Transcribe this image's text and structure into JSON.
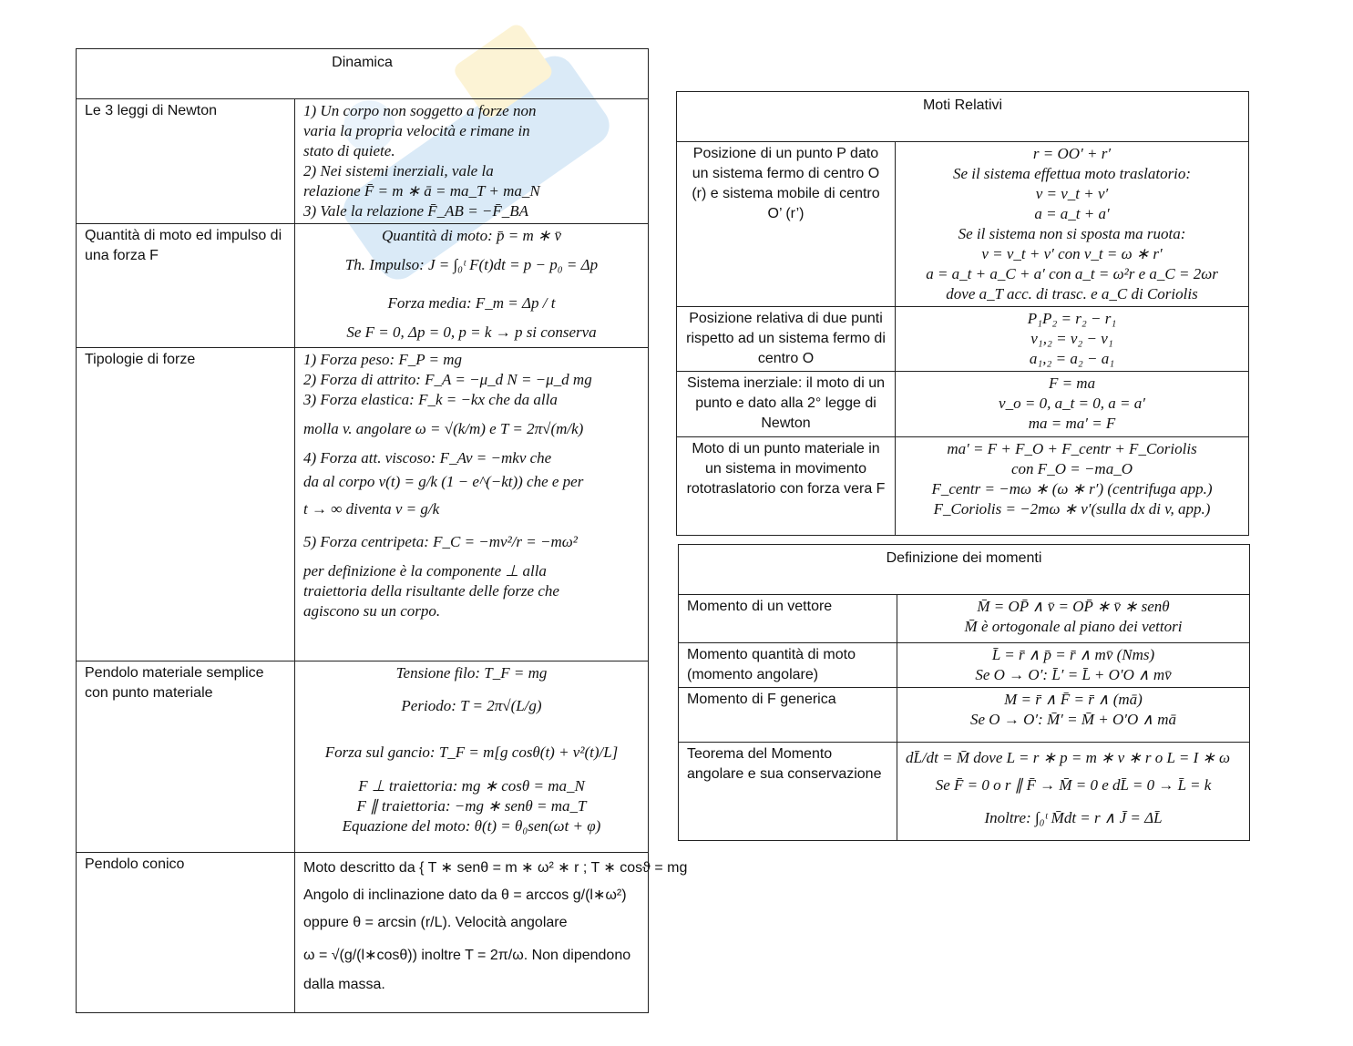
{
  "left_table": {
    "title": "Dinamica",
    "rows": [
      {
        "label": "Le 3 leggi di Newton",
        "lines": [
          "1) Un corpo non soggetto a forze non",
          "varia la propria velocità e rimane in",
          "stato di quiete.",
          "2) Nei sistemi inerziali, vale la",
          "relazione F̄ = m ∗ ā = ma_T + ma_N",
          "3) Vale la relazione F̄_AB = −F̄_BA"
        ]
      },
      {
        "label": "Quantità di moto ed impulso di una forza F",
        "lines": [
          "Quantità di moto: p̄ = m ∗ v̄",
          "Th. Impulso: J = ∫₀ᵗ F(t)dt = p − p₀ = Δp",
          "Forza media: F_m = Δp / t",
          "Se F = 0, Δp = 0, p = k → p si conserva"
        ]
      },
      {
        "label": "Tipologie di forze",
        "lines": [
          "1) Forza peso: F_P = mg",
          "2) Forza di attrito: F_A = −μ_d N = −μ_d mg",
          "3) Forza elastica: F_k = −kx che da alla",
          "molla v. angolare ω = √(k/m) e T = 2π√(m/k)",
          "4) Forza att. viscoso: F_Av = −mkv che",
          "da al corpo v(t) = g/k (1 − e^(−kt)) che e per",
          "t → ∞ diventa v = g/k",
          "5) Forza centripeta: F_C = −mv²/r = −mω²",
          "per definizione è la componente ⊥ alla",
          "traiettoria della risultante delle forze che",
          "agiscono su un corpo."
        ]
      },
      {
        "label": "Pendolo materiale semplice con punto materiale",
        "lines": [
          "Tensione filo: T_F = mg",
          "Periodo: T = 2π√(L/g)",
          "Forza sul gancio: T_F = m[g cosθ(t) + v²(t)/L]",
          "F ⊥ traiettoria: mg ∗ cosθ = ma_N",
          "F ∥ traiettoria: −mg ∗ senθ = ma_T",
          "Equazione del moto: θ(t) = θ₀sen(ωt + φ)"
        ]
      },
      {
        "label": "Pendolo conico",
        "lines": [
          "Moto descritto da { T ∗ senθ = m ∗ ω² ∗ r ; T ∗ cosϑ = mg",
          "Angolo di inclinazione dato da θ = arccos g/(l∗ω²)",
          "oppure θ = arcsin (r/L). Velocità angolare",
          "ω = √(g/(l∗cosθ)) inoltre T = 2π/ω. Non dipendono",
          "dalla massa."
        ]
      }
    ]
  },
  "right_top_table": {
    "title": "Moti Relativi",
    "rows": [
      {
        "label": "Posizione di un punto P dato un sistema fermo di centro O (r) e sistema mobile di centro O’ (r’)",
        "lines": [
          "r = OO′ + r′",
          "Se il sistema effettua moto traslatorio:",
          "v = v_t + v′",
          "a = a_t + a′",
          "Se il sistema non si sposta ma ruota:",
          "v = v_t + v′ con v_t = ω ∗ r′",
          "a = a_t + a_C + a′ con a_t = ω²r e a_C = 2ωr",
          "dove a_T acc. di trasc. e a_C di Coriolis"
        ]
      },
      {
        "label": "Posizione relativa di due punti rispetto ad un sistema fermo di centro O",
        "lines": [
          "P₁P₂ = r₂ − r₁",
          "v₁,₂ = v₂ − v₁",
          "a₁,₂ = a₂ − a₁"
        ]
      },
      {
        "label": "Sistema inerziale: il moto di un punto e dato alla 2° legge di Newton",
        "lines": [
          "F = ma",
          "v_o = 0,   a_t = 0,   a = a′",
          "ma = ma′ = F"
        ]
      },
      {
        "label": "Moto di un punto materiale in un sistema in movimento rototraslatorio con forza vera F",
        "lines": [
          "ma′ = F + F_O + F_centr + F_Coriolis",
          "con F_O = −ma_O",
          "F_centr = −mω ∗ (ω ∗ r′) (centrifuga app.)",
          "F_Coriolis = −2mω ∗ v′(sulla dx di v, app.)"
        ]
      }
    ]
  },
  "right_bottom_table": {
    "title": "Definizione dei momenti",
    "rows": [
      {
        "label": "Momento di un vettore",
        "lines": [
          "M̄ = OP̄ ∧ v̄ = OP̄ ∗ v̄ ∗ senθ",
          "M̄ è ortogonale al piano dei vettori"
        ]
      },
      {
        "label": "Momento quantità di moto (momento angolare)",
        "lines": [
          "L̄ = r̄ ∧ p̄ = r̄ ∧ mv̄ (Nms)",
          "Se O → O′: L̄′ = L̄ + O′O ∧ mv̄"
        ]
      },
      {
        "label": "Momento di F generica",
        "lines": [
          "M = r̄ ∧ F̄ = r̄ ∧ (mā)",
          "Se O → O′: M̄′ = M̄ + O′O ∧ mā"
        ]
      },
      {
        "label": "Teorema del Momento angolare e sua conservazione",
        "lines": [
          "dL̄/dt = M̄ dove L = r ∗ p = m ∗ v ∗ r o L = I ∗ ω",
          "Se F̄ = 0 o r ∥ F̄ → M̄ = 0 e dL̄ = 0 → L̄ = k",
          "Inoltre: ∫₀ᵗ M̄dt = r ∧ J̄ = ΔL̄"
        ]
      }
    ]
  }
}
